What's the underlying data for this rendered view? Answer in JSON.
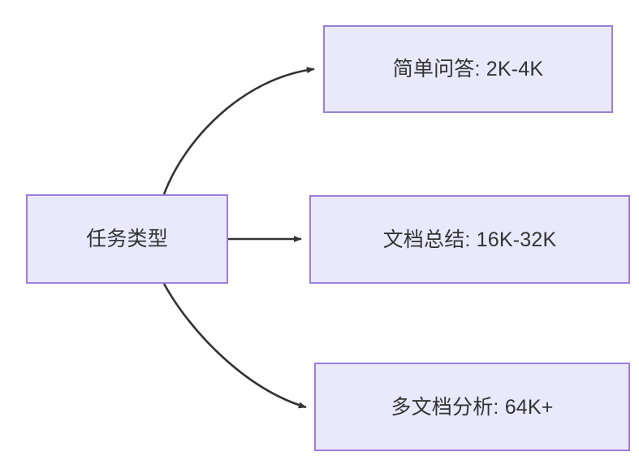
{
  "diagram": {
    "type": "flowchart",
    "direction": "left-to-right",
    "background_color": "#ffffff",
    "node_fill_color": "#eae8fb",
    "node_border_color": "#9a7fd8",
    "node_text_color": "#333333",
    "edge_color": "#333333",
    "root": {
      "id": "root",
      "label": "任务类型"
    },
    "branches": [
      {
        "id": "simple-qa",
        "label": "简单问答: 2K-4K",
        "edge_style": "curved",
        "arrow": "arrowhead-icon"
      },
      {
        "id": "doc-summary",
        "label": "文档总结: 16K-32K",
        "edge_style": "straight",
        "arrow": "arrowhead-icon"
      },
      {
        "id": "multi-doc",
        "label": "多文档分析: 64K+",
        "edge_style": "curved",
        "arrow": "arrowhead-icon"
      }
    ]
  }
}
